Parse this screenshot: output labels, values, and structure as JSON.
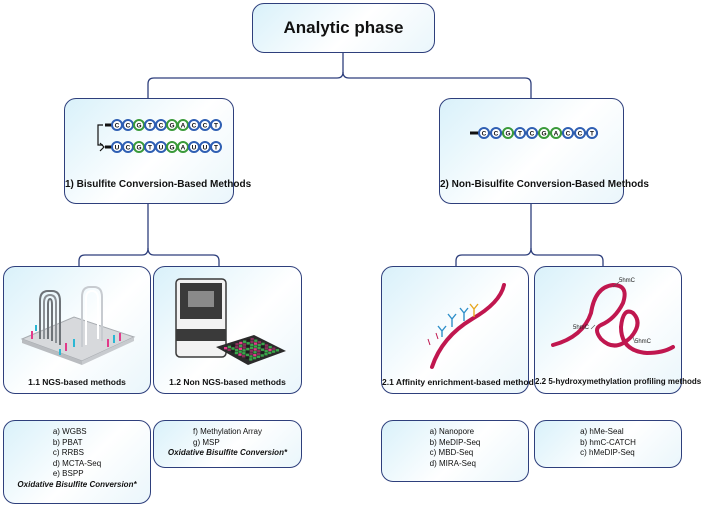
{
  "title": "Analytic phase",
  "left_branch": {
    "label": "1) Bisulfite Conversion-Based Methods",
    "sub1": {
      "label": "1.1 NGS-based methods",
      "items": [
        "a) WGBS",
        "b) PBAT",
        "c) RRBS",
        "d) MCTA-Seq",
        "e) BSPP",
        "Oxidative Bisulfite Conversion*"
      ]
    },
    "sub2": {
      "label": "1.2 Non NGS-based methods",
      "items": [
        "f) Methylation Array",
        "g) MSP",
        "Oxidative Bisulfite Conversion*"
      ]
    }
  },
  "right_branch": {
    "label": "2) Non-Bisulfite Conversion-Based Methods",
    "sub1": {
      "label": "2.1 Affinity enrichment-based methods",
      "items": [
        "a) Nanopore",
        "b) MeDIP-Seq",
        "c) MBD-Seq",
        "d) MIRA-Seq"
      ]
    },
    "sub2": {
      "label": "2.2 5-hydroxymethylation profiling methods",
      "items": [
        "a) hMe-Seal",
        "b) hmC-CATCH",
        "c) hMeDIP-Seq"
      ],
      "icon_labels": [
        "5hmC",
        "5hmC",
        "5hmC"
      ]
    }
  },
  "dna": {
    "original": [
      "C",
      "C",
      "G",
      "T",
      "C",
      "G",
      "A",
      "C",
      "C",
      "T"
    ],
    "converted": [
      "U",
      "C",
      "G",
      "T",
      "U",
      "G",
      "A",
      "U",
      "U",
      "T"
    ],
    "right": [
      "C",
      "C",
      "G",
      "T",
      "C",
      "G",
      "A",
      "C",
      "C",
      "T"
    ]
  },
  "colors": {
    "border": "#2e3f7c",
    "connector": "#2e3f7c",
    "strand": "#c0174f",
    "c_base": "#2f5fb3",
    "g_base": "#3a9a3a"
  }
}
